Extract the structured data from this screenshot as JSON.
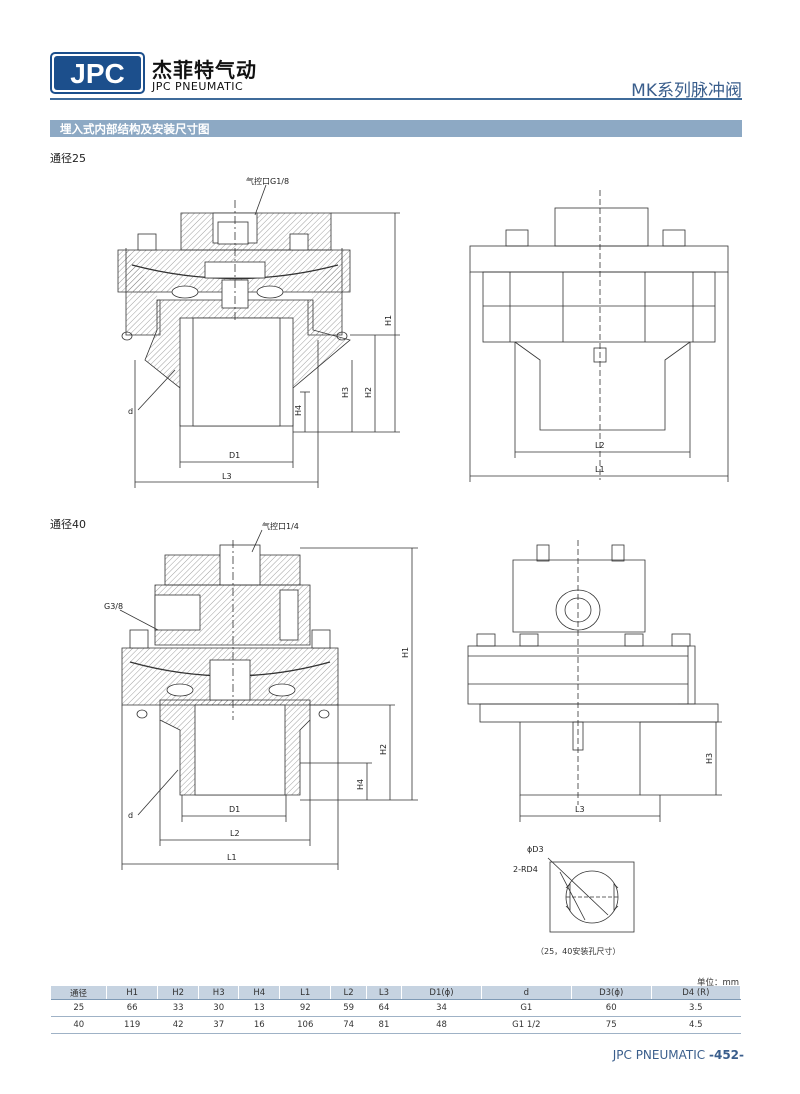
{
  "header": {
    "logo_letters": "JPC",
    "brand_cn": "杰菲特气动",
    "brand_en": "JPC PNEUMATIC",
    "series_title": "MK系列脉冲阀",
    "colors": {
      "brand_blue": "#3f6b9a",
      "section_bar": "#8da9c4",
      "table_header": "#c6d3e1"
    }
  },
  "section": {
    "title": "埋入式内部结构及安装尺寸图"
  },
  "drawing25": {
    "bore_label": "通径25",
    "port_label": "气控口G1/8",
    "labels": {
      "H1": "H1",
      "H2": "H2",
      "H3": "H3",
      "H4": "H4",
      "D1": "D1",
      "L1": "L1",
      "L2": "L2",
      "L3": "L3",
      "d": "d"
    }
  },
  "drawing40": {
    "bore_label": "通径40",
    "port_label": "气控口1/4",
    "g_label": "G3/8",
    "labels": {
      "H1": "H1",
      "H2": "H2",
      "H3": "H3",
      "H4": "H4",
      "D1": "D1",
      "L1": "L1",
      "L2": "L2",
      "L3": "L3",
      "d": "d"
    },
    "hole_labels": {
      "d3": "ϕD3",
      "rd4": "2-RD4"
    },
    "hole_note": "（25，40安装孔尺寸）"
  },
  "table": {
    "unit": "单位：mm",
    "headers": [
      "通径",
      "H1",
      "H2",
      "H3",
      "H4",
      "L1",
      "L2",
      "L3",
      "D1(ϕ)",
      "d",
      "D3(ϕ)",
      "D4 (R)"
    ],
    "rows": [
      [
        "25",
        "66",
        "33",
        "30",
        "13",
        "92",
        "59",
        "64",
        "34",
        "G1",
        "60",
        "3.5"
      ],
      [
        "40",
        "119",
        "42",
        "37",
        "16",
        "106",
        "74",
        "81",
        "48",
        "G1 1/2",
        "75",
        "4.5"
      ]
    ]
  },
  "footer": {
    "brand": "JPC PNEUMATIC",
    "page": "-452-"
  }
}
